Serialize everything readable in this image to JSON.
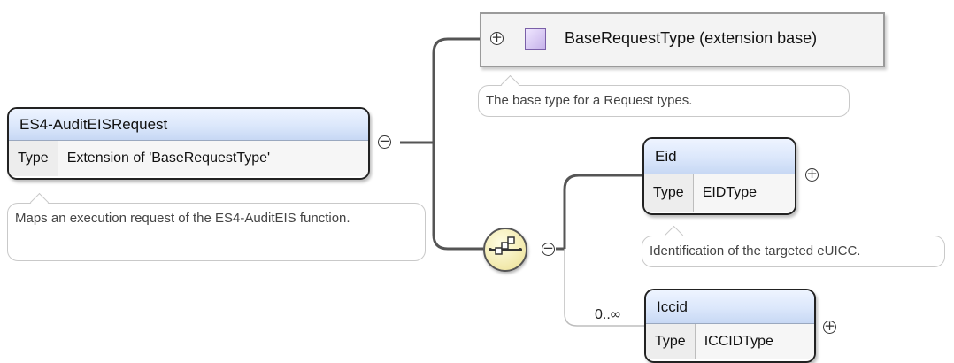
{
  "root": {
    "name": "ES4-AuditEISRequest",
    "type_label": "Type",
    "type_value": "Extension of 'BaseRequestType'",
    "doc": "Maps an execution request of the ES4-AuditEIS function."
  },
  "base": {
    "name": "BaseRequestType (extension base)",
    "doc": "The base type for a Request types."
  },
  "eid": {
    "name": "Eid",
    "type_label": "Type",
    "type_value": "EIDType",
    "doc": "Identification of the targeted eUICC."
  },
  "iccid": {
    "name": "Iccid",
    "type_label": "Type",
    "type_value": "ICCIDType",
    "multiplicity": "0..∞"
  },
  "toggles": {
    "collapse": "−",
    "expand": "+"
  }
}
